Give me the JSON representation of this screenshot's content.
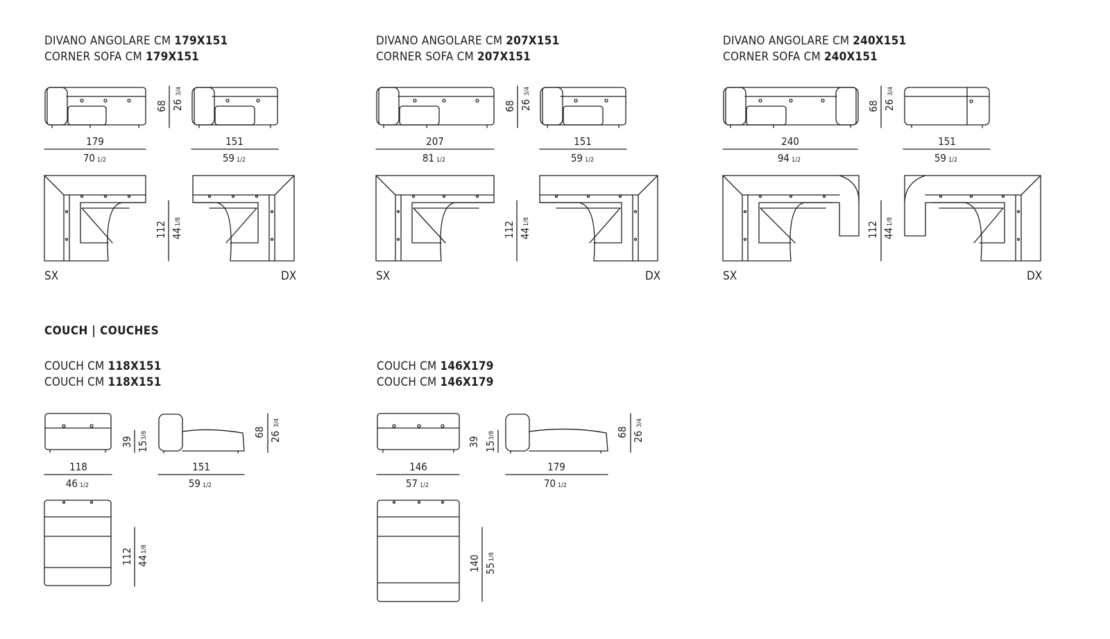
{
  "corner_sofas": [
    {
      "it_prefix": "DIVANO ANGOLARE CM ",
      "en_prefix": "CORNER SOFA CM ",
      "size": "179X151",
      "w1_cm": "179",
      "w1_in": "70",
      "w1_in_frac": "1/2",
      "w2_cm": "151",
      "w2_in": "59",
      "w2_in_frac": "1/2",
      "h_cm": "68",
      "h_in": "26",
      "h_in_frac": "3/4",
      "d_cm": "112",
      "d_in": "44",
      "d_in_frac": "1/8",
      "left": "SX",
      "right": "DX"
    },
    {
      "it_prefix": "DIVANO ANGOLARE CM ",
      "en_prefix": "CORNER SOFA CM ",
      "size": "207X151",
      "w1_cm": "207",
      "w1_in": "81",
      "w1_in_frac": "1/2",
      "w2_cm": "151",
      "w2_in": "59",
      "w2_in_frac": "1/2",
      "h_cm": "68",
      "h_in": "26",
      "h_in_frac": "3/4",
      "d_cm": "112",
      "d_in": "44",
      "d_in_frac": "1/8",
      "left": "SX",
      "right": "DX"
    },
    {
      "it_prefix": "DIVANO ANGOLARE CM ",
      "en_prefix": "CORNER SOFA CM ",
      "size": "240X151",
      "w1_cm": "240",
      "w1_in": "94",
      "w1_in_frac": "1/2",
      "w2_cm": "151",
      "w2_in": "59",
      "w2_in_frac": "1/2",
      "h_cm": "68",
      "h_in": "26",
      "h_in_frac": "3/4",
      "d_cm": "112",
      "d_in": "44",
      "d_in_frac": "1/8",
      "left": "SX",
      "right": "DX"
    }
  ],
  "couch_section": {
    "title": "COUCH | COUCHES"
  },
  "couches": [
    {
      "it_prefix": "COUCH CM ",
      "en_prefix": "COUCH CM ",
      "size": "118X151",
      "fw_cm": "118",
      "fw_in": "46",
      "fw_in_frac": "1/2",
      "sw_cm": "151",
      "sw_in": "59",
      "sw_in_frac": "1/2",
      "fh_cm": "39",
      "fh_in": "15",
      "fh_in_frac": "3/8",
      "sh_cm": "68",
      "sh_in": "26",
      "sh_in_frac": "3/4",
      "d_cm": "112",
      "d_in": "44",
      "d_in_frac": "1/8"
    },
    {
      "it_prefix": "COUCH CM ",
      "en_prefix": "COUCH CM ",
      "size": "146X179",
      "fw_cm": "146",
      "fw_in": "57",
      "fw_in_frac": "1/2",
      "sw_cm": "179",
      "sw_in": "70",
      "sw_in_frac": "1/2",
      "fh_cm": "39",
      "fh_in": "15",
      "fh_in_frac": "3/8",
      "sh_cm": "68",
      "sh_in": "26",
      "sh_in_frac": "3/4",
      "d_cm": "140",
      "d_in": "55",
      "d_in_frac": "1/8"
    }
  ]
}
